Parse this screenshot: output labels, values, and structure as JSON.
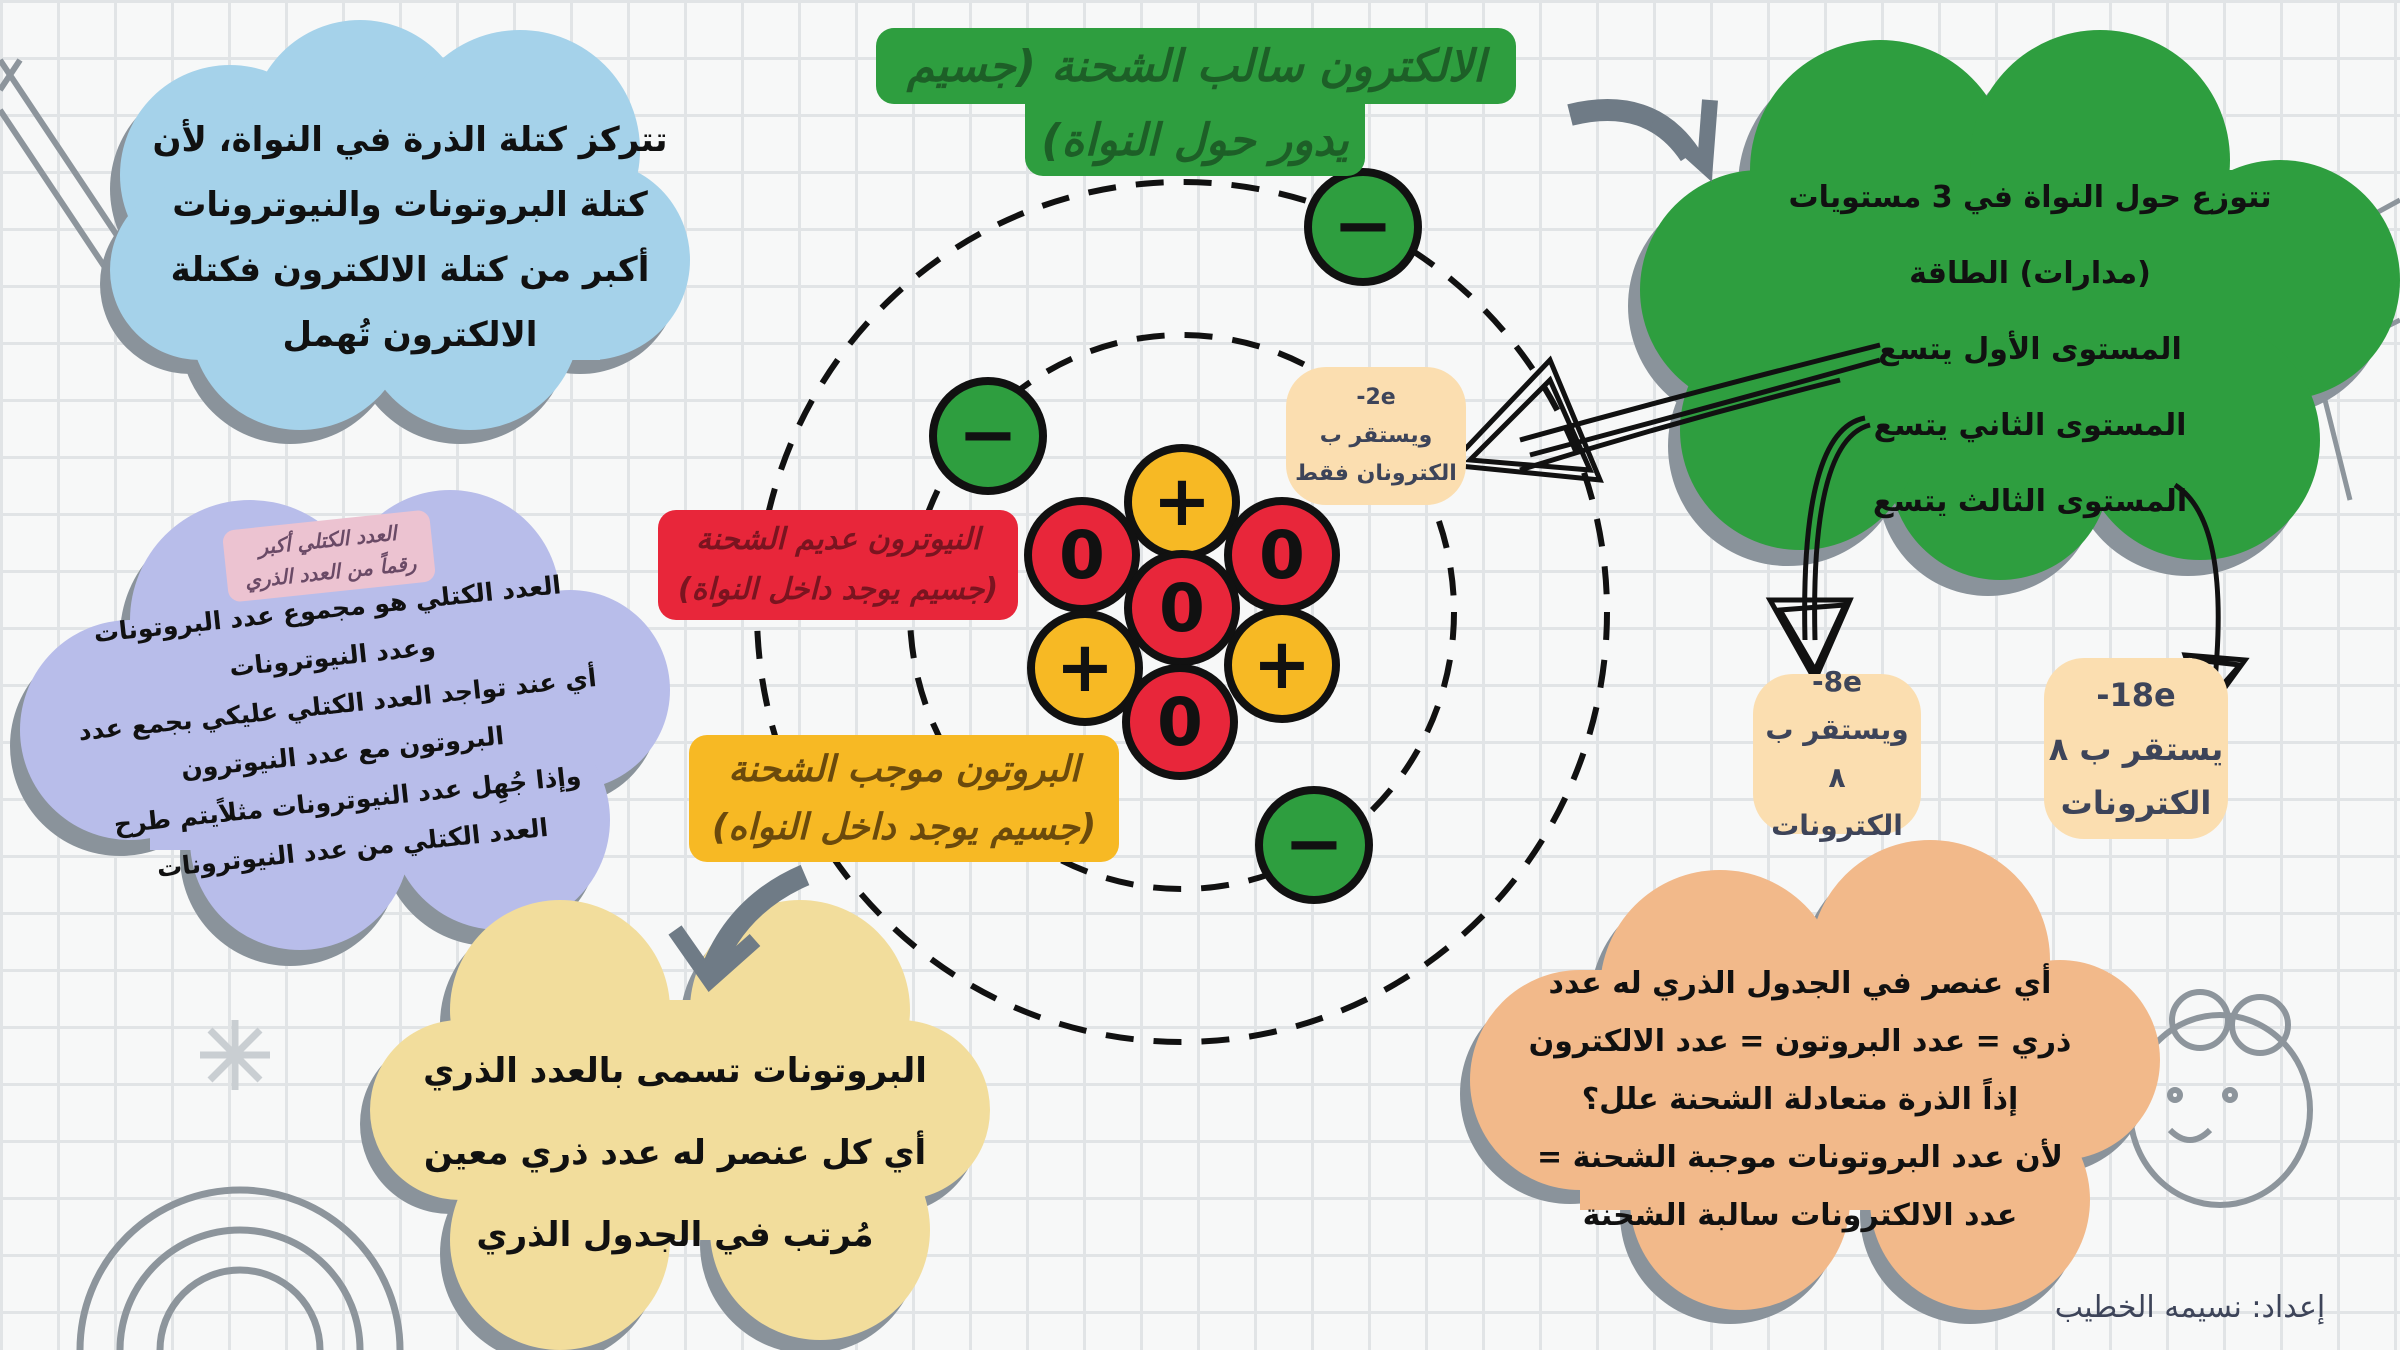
{
  "title": {
    "line1": "الالكترون سالب الشحنة (جسيم",
    "line2": "يدور حول النواة)"
  },
  "blue_cloud": {
    "lines": [
      "تتركز كتلة الذرة في النواة، لأن",
      "كتلة البروتونات والنيوترونات",
      "أكبر من كتلة الالكترون فكتلة",
      "الالكترون تُهمل"
    ]
  },
  "green_cloud": {
    "lines": [
      "تتوزع حول النواة في 3 مستويات",
      "(مدارات) الطاقة",
      "المستوى الأول يتسع",
      "المستوى الثاني يتسع",
      "المستوى الثالث يتسع"
    ]
  },
  "purple_cloud": {
    "note": [
      "العدد الكتلي أكبر",
      "رقماً من العدد الذري"
    ],
    "lines": [
      "العدد الكتلي هو مجموع عدد البروتونات",
      "وعدد النيوترونات",
      "أي عند تواجد العدد الكتلي عليكي بجمع عدد",
      "البروتون مع عدد النيوترون",
      "وإذا جُهِل عدد النيوترونات مثلاًيتم طرح",
      "العدد الكتلي من عدد النيوترونات"
    ]
  },
  "yellow_cloud": {
    "lines": [
      "البروتونات تسمى بالعدد الذري",
      "أي كل عنصر له عدد ذري معين",
      "مُرتب في الجدول الذري"
    ]
  },
  "orange_cloud": {
    "lines": [
      "أي عنصر في الجدول الذري له عدد",
      "ذري = عدد البروتون = عدد الالكترون",
      "إذاً الذرة متعادلة الشحنة علل؟",
      "لأن عدد البروتونات موجبة الشحنة =",
      "عدد الالكترونات سالبة الشحنة"
    ]
  },
  "neutron_label": {
    "line1": "النيوترون عديم الشحنة",
    "line2": "(جسيم يوجد داخل النواة)"
  },
  "proton_label": {
    "line1": "البروتون موجب الشحنة",
    "line2": "(جسيم يوجد داخل النواه)"
  },
  "level_tags": [
    {
      "count": "2e-",
      "lines": [
        "ويستقر ب",
        "الكترونان فقط"
      ]
    },
    {
      "count": "8e-",
      "lines": [
        "ويستقر ب ٨",
        "الكترونات"
      ]
    },
    {
      "count": "18e-",
      "lines": [
        "يستقر ب ٨",
        "الكترونات"
      ]
    }
  ],
  "symbols": {
    "proton": "+",
    "neutron": "0",
    "electron": "−"
  },
  "signature": "إعداد: نسيمه الخطيب",
  "colors": {
    "green": "#2e9e3f",
    "red": "#e8263a",
    "yellow": "#f7b924",
    "blue": "#a5d2ea",
    "purple": "#b8bdea",
    "cream": "#f2dd9c",
    "orange": "#f2b98a",
    "tag": "#fbdeb0",
    "shadow": "#8a939b"
  }
}
